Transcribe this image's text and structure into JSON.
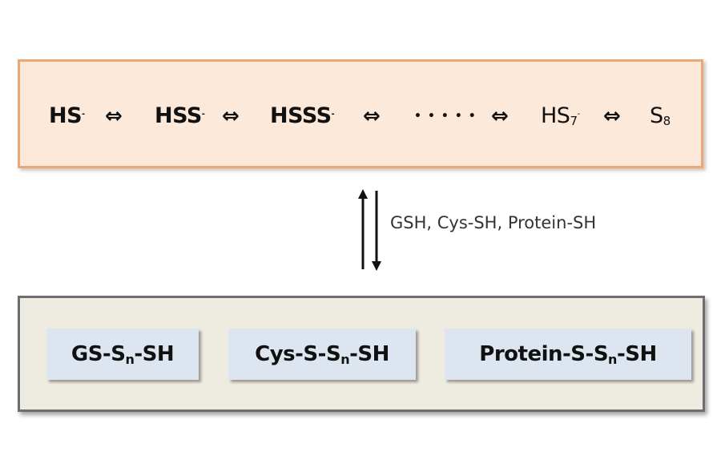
{
  "diagram": {
    "top_box": {
      "fill": "#fde9da",
      "border": "#e8a877",
      "species": [
        {
          "base": "HS",
          "sup": "-",
          "sub": ""
        },
        {
          "base": "HSS",
          "sup": "-",
          "sub": ""
        },
        {
          "base": "HSSS",
          "sup": "-",
          "sub": ""
        },
        {
          "base": "HS",
          "sub": "7",
          "sup": "-"
        },
        {
          "base": "S",
          "sub": "8",
          "sup": ""
        }
      ],
      "arrow_symbol": "⇔",
      "ellipsis": "•••••"
    },
    "equilibrium": {
      "label": "GSH, Cys-SH, Protein-SH"
    },
    "bottom_box": {
      "fill": "#eeebe1",
      "border": "#6e6e6e",
      "item_fill": "#dde6f0",
      "items": [
        {
          "pre": "GS-S",
          "sub": "n",
          "post": "-SH"
        },
        {
          "pre": "Cys-S-S",
          "sub": "n",
          "post": "-SH"
        },
        {
          "pre": "Protein-S-S",
          "sub": "n",
          "post": "-SH"
        }
      ]
    }
  }
}
